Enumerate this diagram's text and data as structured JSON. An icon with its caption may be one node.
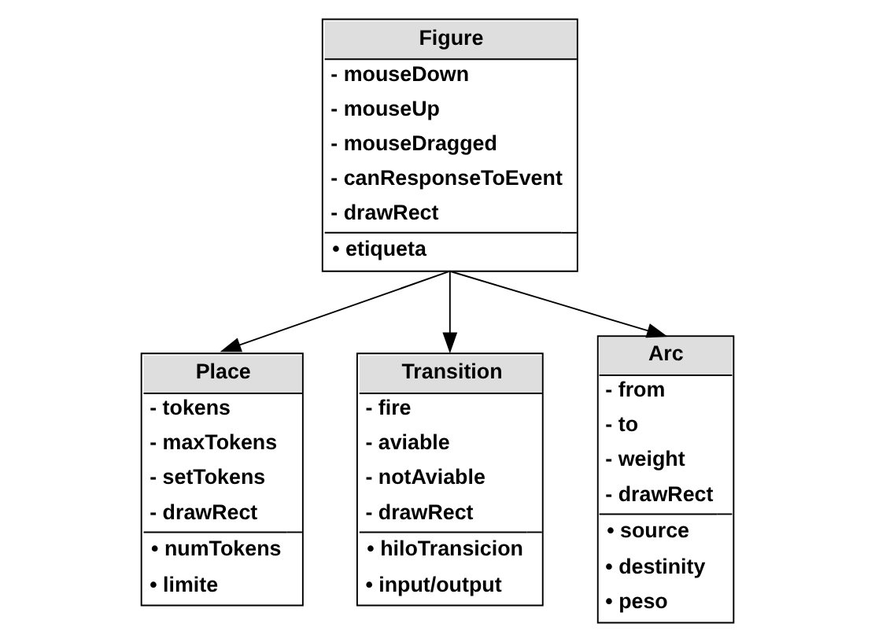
{
  "diagram": {
    "nodes": [
      {
        "text": [
          "Figure",
          "- mouseDown",
          "- mouseUp",
          "- mouseDragged",
          "- canResponseToEvent",
          "- drawRect",
          "• etiqueta"
        ]
      },
      {
        "text": [
          "Place",
          "- tokens",
          "- maxTokens",
          "- setTokens",
          "- drawRect",
          "• numTokens",
          "• limite"
        ]
      },
      {
        "text": [
          "Transition",
          "- fire",
          "- aviable",
          "- notAviable",
          "- drawRect",
          "• hiloTransicion",
          "• input/output"
        ]
      },
      {
        "text": [
          "Arc",
          "- from",
          "- to",
          "- weight",
          "- drawRect",
          "• source",
          "• destinity",
          "• peso"
        ]
      }
    ],
    "edges": [
      {
        "from": 0,
        "to": 1,
        "arrow": "to"
      },
      {
        "from": 0,
        "to": 2,
        "arrow": "to"
      },
      {
        "from": 0,
        "to": 3,
        "arrow": "to"
      }
    ]
  }
}
